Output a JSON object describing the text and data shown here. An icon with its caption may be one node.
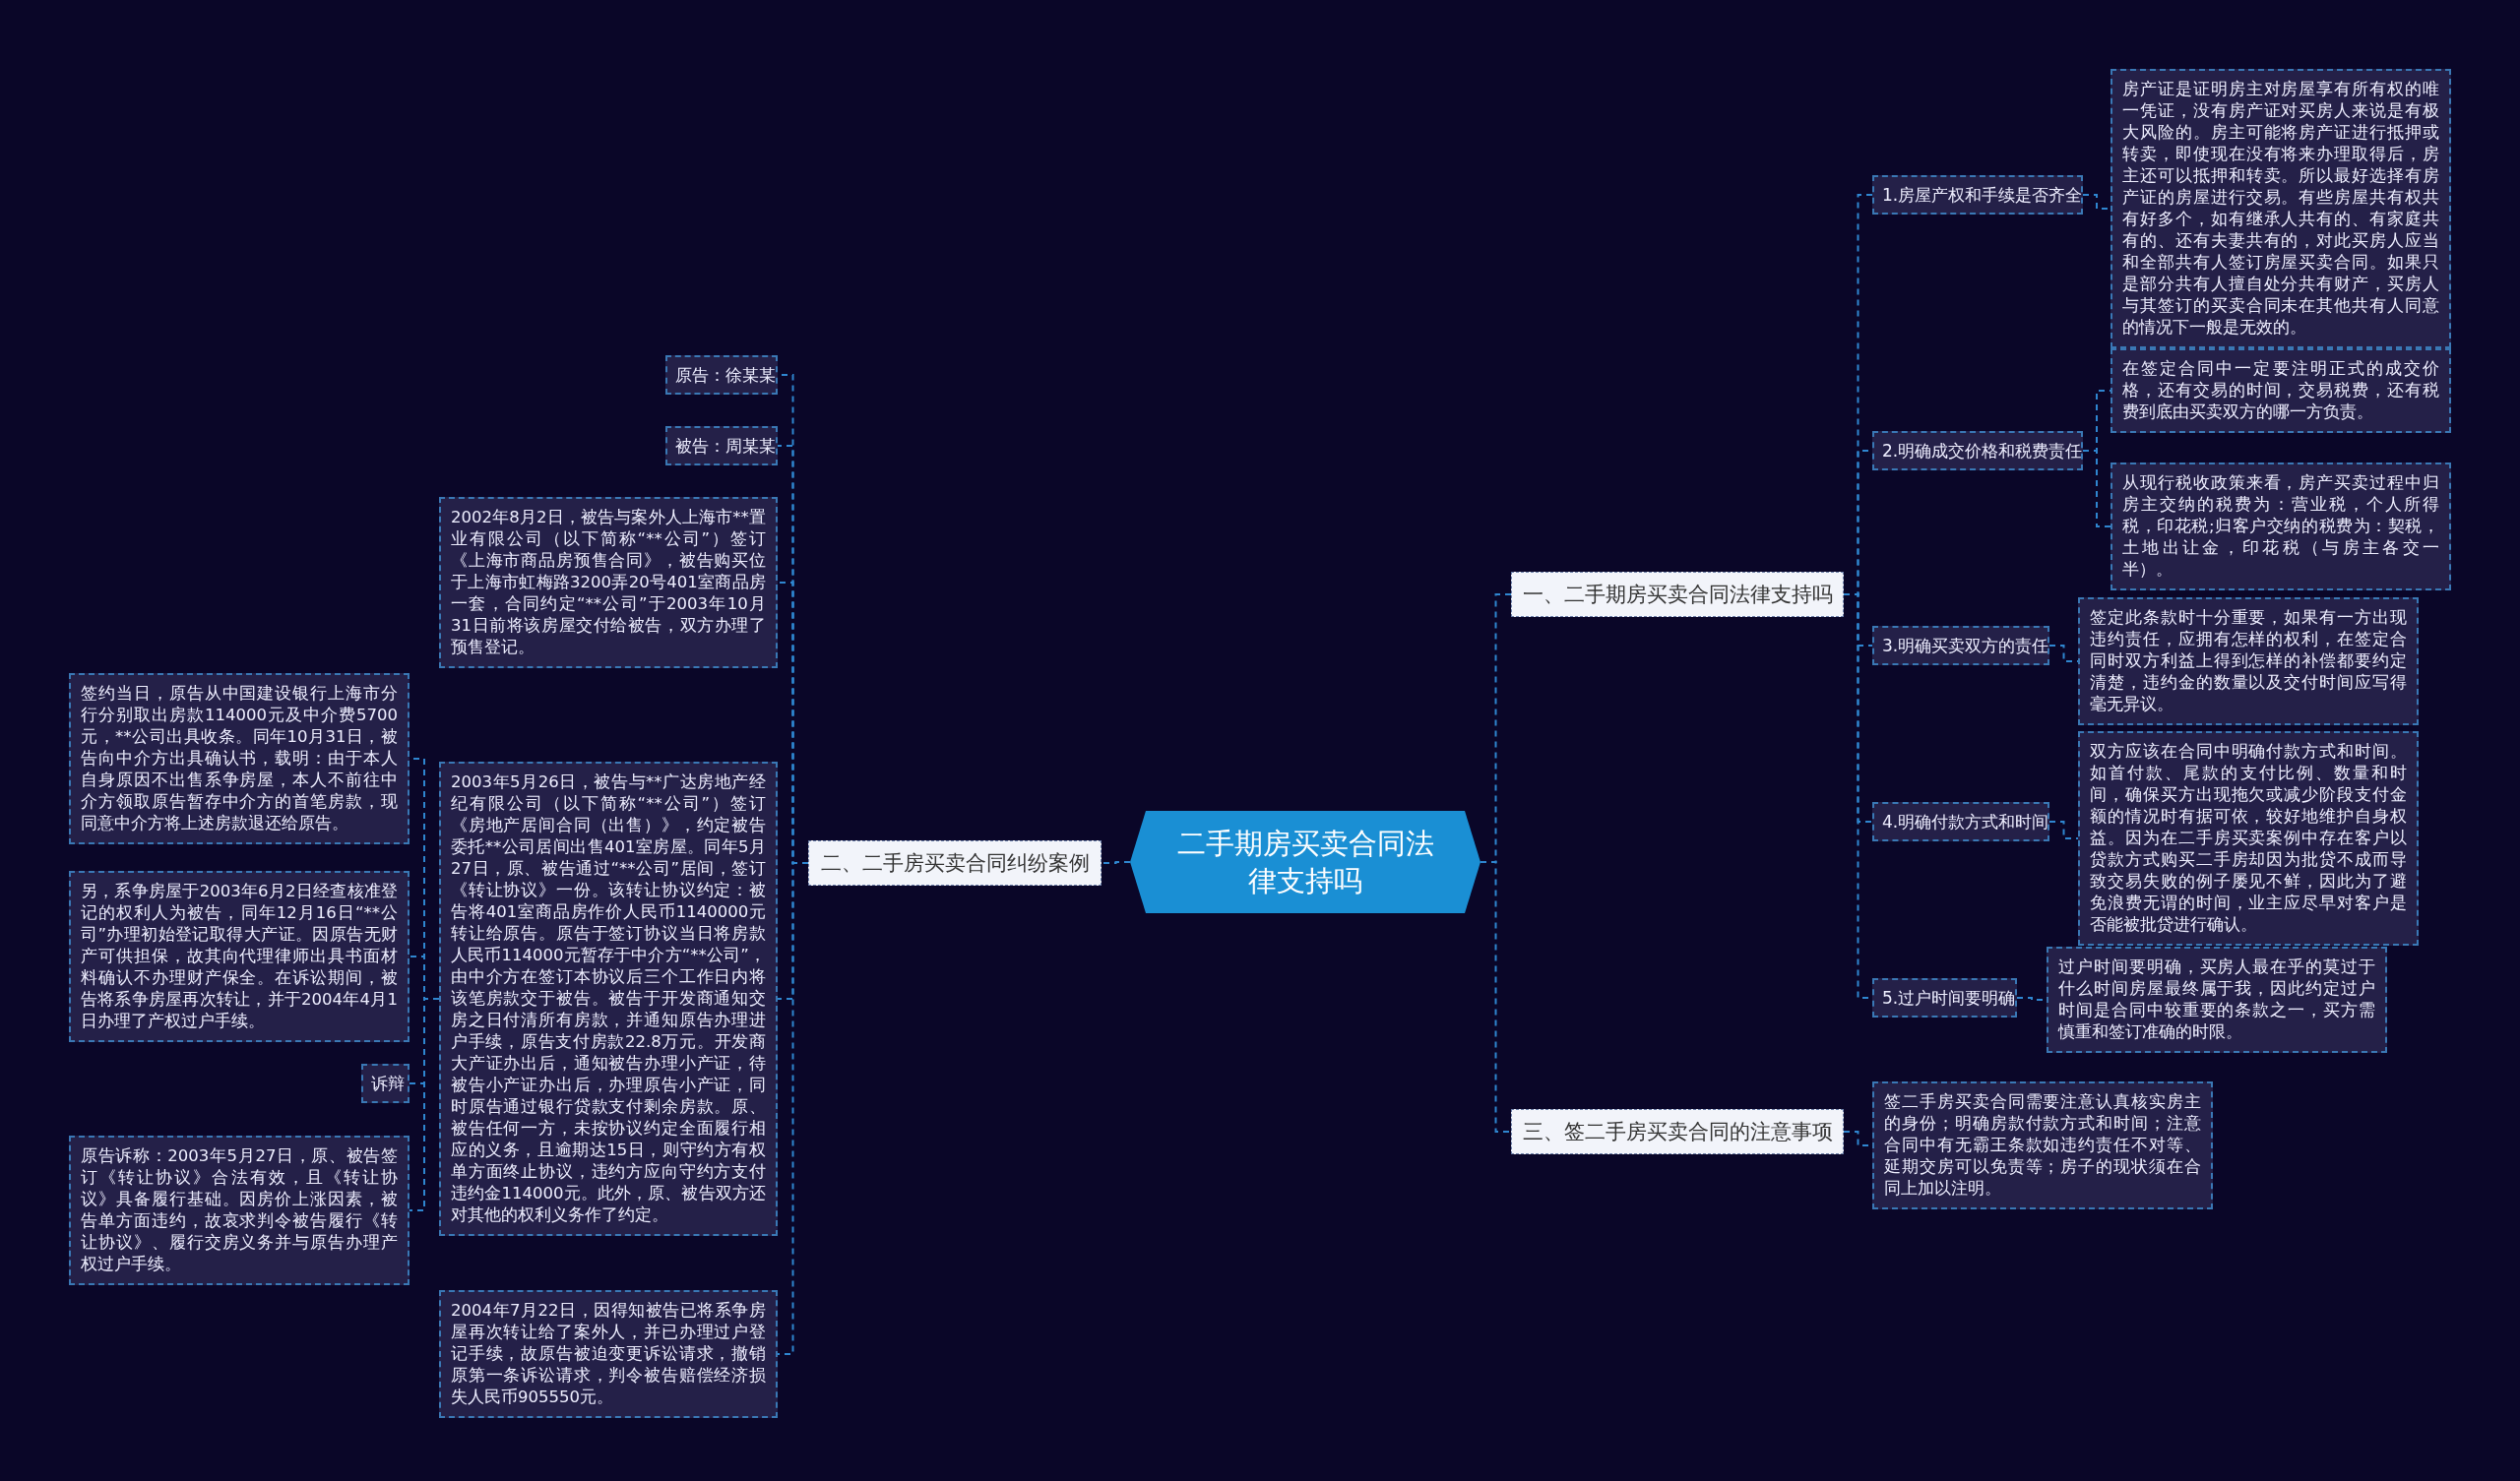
{
  "diagram": {
    "nodes": [
      {
        "text": [
          "二手期房买卖合同法律支持吗"
        ]
      },
      {
        "text": [
          "一、二手期房买卖合同法律支持吗"
        ]
      },
      {
        "text": [
          "1.房屋产权和手续是否齐全"
        ]
      },
      {
        "text": [
          "房产证是证明房主对房屋享有所有权的唯一凭证，没有房产证对买房人来说是有极大风险的。房主可能将房产证进行抵押或转卖，即使现在没有将来办理取得后，房主还可以抵押和转卖。所以最好选择有房产证的房屋进行交易。有些房屋共有权共有好多个，如有继承人共有的、有家庭共有的、还有夫妻共有的，对此买房人应当和全部共有人签订房屋买卖合同。如果只是部分共有人擅自处分共有财产，买房人与其签订的买卖合同未在其他共有人同意的情况下一般是无效的。"
        ]
      },
      {
        "text": [
          "2.明确成交价格和税费责任"
        ]
      },
      {
        "text": [
          "在签定合同中一定要注明正式的成交价格，还有交易的时间，交易税费，还有税费到底由买卖双方的哪一方负责。"
        ]
      },
      {
        "text": [
          "从现行税收政策来看，房产买卖过程中归房主交纳的税费为：营业税，个人所得税，印花税;归客户交纳的税费为：契税，土地出让金，印花税（与房主各交一半）。"
        ]
      },
      {
        "text": [
          "3.明确买卖双方的责任"
        ]
      },
      {
        "text": [
          "签定此条款时十分重要，如果有一方出现违约责任，应拥有怎样的权利，在签定合同时双方利益上得到怎样的补偿都要约定清楚，违约金的数量以及交付时间应写得毫无异议。"
        ]
      },
      {
        "text": [
          "4.明确付款方式和时间"
        ]
      },
      {
        "text": [
          "双方应该在合同中明确付款方式和时间。如首付款、尾款的支付比例、数量和时间，确保买方出现拖欠或减少阶段支付金额的情况时有据可依，较好地维护自身权益。因为在二手房买卖案例中存在客户以贷款方式购买二手房却因为批贷不成而导致交易失败的例子屡见不鲜，因此为了避免浪费无谓的时间，业主应尽早对客户是否能被批贷进行确认。"
        ]
      },
      {
        "text": [
          "5.过户时间要明确"
        ]
      },
      {
        "text": [
          "过户时间要明确，买房人最在乎的莫过于什么时间房屋最终属于我，因此约定过户时间是合同中较重要的条款之一，买方需慎重和签订准确的时限。"
        ]
      },
      {
        "text": [
          "三、签二手房买卖合同的注意事项"
        ]
      },
      {
        "text": [
          "签二手房买卖合同需要注意认真核实房主的身份；明确房款付款方式和时间；注意合同中有无霸王条款如违约责任不对等、延期交房可以免责等；房子的现状须在合同上加以注明。"
        ]
      },
      {
        "text": [
          "二、二手房买卖合同纠纷案例"
        ]
      },
      {
        "text": [
          "原告：徐某某"
        ]
      },
      {
        "text": [
          "被告：周某某"
        ]
      },
      {
        "text": [
          "2002年8月2日，被告与案外人上海市**置业有限公司（以下简称“**公司”）签订《上海市商品房预售合同》，被告购买位于上海市虹梅路3200弄20号401室商品房一套，合同约定“**公司”于2003年10月31日前将该房屋交付给被告，双方办理了预售登记。"
        ]
      },
      {
        "text": [
          "2003年5月26日，被告与**广达房地产经纪有限公司（以下简称“**公司”）签订《房地产居间合同（出售）》，约定被告委托**公司居间出售401室房屋。同年5月27日，原、被告通过“**公司”居间，签订《转让协议》一份。该转让协议约定：被告将401室商品房作价人民币1140000元转让给原告。原告于签订协议当日将房款人民币114000元暂存于中介方“**公司”，由中介方在签订本协议后三个工作日内将该笔房款交于被告。被告于开发商通知交房之日付清所有房款，并通知原告办理进户手续，原告支付房款22.8万元。开发商大产证办出后，通知被告办理小产证，待被告小产证办出后，办理原告小产证，同时原告通过银行贷款支付剩余房款。原、被告任何一方，未按协议约定全面履行相应的义务，且逾期达15日，则守约方有权单方面终止协议，违约方应向守约方支付违约金114000元。此外，原、被告双方还对其他的权利义务作了约定。"
        ]
      },
      {
        "text": [
          "签约当日，原告从中国建设银行上海市分行分别取出房款114000元及中介费5700元，**公司出具收条。同年10月31日，被告向中介方出具确认书，载明：由于本人自身原因不出售系争房屋，本人不前往中介方领取原告暂存中介方的首笔房款，现同意中介方将上述房款退还给原告。"
        ]
      },
      {
        "text": [
          "另，系争房屋于2003年6月2日经查核准登记的权利人为被告，同年12月16日“**公司”办理初始登记取得大产证。因原告无财产可供担保，故其向代理律师出具书面材料确认不办理财产保全。在诉讼期间，被告将系争房屋再次转让，并于2004年4月1日办理了产权过户手续。"
        ]
      },
      {
        "text": [
          "诉辩"
        ]
      },
      {
        "text": [
          "原告诉称：2003年5月27日，原、被告签订《转让协议》合法有效，且《转让协议》具备履行基础。因房价上涨因素，被告单方面违约，故哀求判令被告履行《转让协议》、履行交房义务并与原告办理产权过户手续。"
        ]
      },
      {
        "text": [
          "2004年7月22日，因得知被告已将系争房屋再次转让给了案外人，并已办理过户登记手续，故原告被迫变更诉讼请求，撤销原第一条诉讼请求，判令被告赔偿经济损失人民币905550元。"
        ]
      }
    ],
    "edges": [
      {
        "from": 0,
        "to": 1,
        "arrow": "none"
      },
      {
        "from": 1,
        "to": 2,
        "arrow": "none"
      },
      {
        "from": 2,
        "to": 3,
        "arrow": "none"
      },
      {
        "from": 1,
        "to": 4,
        "arrow": "none"
      },
      {
        "from": 4,
        "to": 5,
        "arrow": "none"
      },
      {
        "from": 4,
        "to": 6,
        "arrow": "none"
      },
      {
        "from": 1,
        "to": 7,
        "arrow": "none"
      },
      {
        "from": 7,
        "to": 8,
        "arrow": "none"
      },
      {
        "from": 1,
        "to": 9,
        "arrow": "none"
      },
      {
        "from": 9,
        "to": 10,
        "arrow": "none"
      },
      {
        "from": 1,
        "to": 11,
        "arrow": "none"
      },
      {
        "from": 11,
        "to": 12,
        "arrow": "none"
      },
      {
        "from": 0,
        "to": 13,
        "arrow": "none"
      },
      {
        "from": 13,
        "to": 14,
        "arrow": "none"
      },
      {
        "from": 0,
        "to": 15,
        "arrow": "none"
      },
      {
        "from": 15,
        "to": 16,
        "arrow": "none"
      },
      {
        "from": 15,
        "to": 17,
        "arrow": "none"
      },
      {
        "from": 15,
        "to": 18,
        "arrow": "none"
      },
      {
        "from": 15,
        "to": 19,
        "arrow": "none"
      },
      {
        "from": 19,
        "to": 20,
        "arrow": "none"
      },
      {
        "from": 19,
        "to": 21,
        "arrow": "none"
      },
      {
        "from": 19,
        "to": 22,
        "arrow": "none"
      },
      {
        "from": 19,
        "to": 23,
        "arrow": "none"
      },
      {
        "from": 15,
        "to": 24,
        "arrow": "none"
      }
    ]
  }
}
